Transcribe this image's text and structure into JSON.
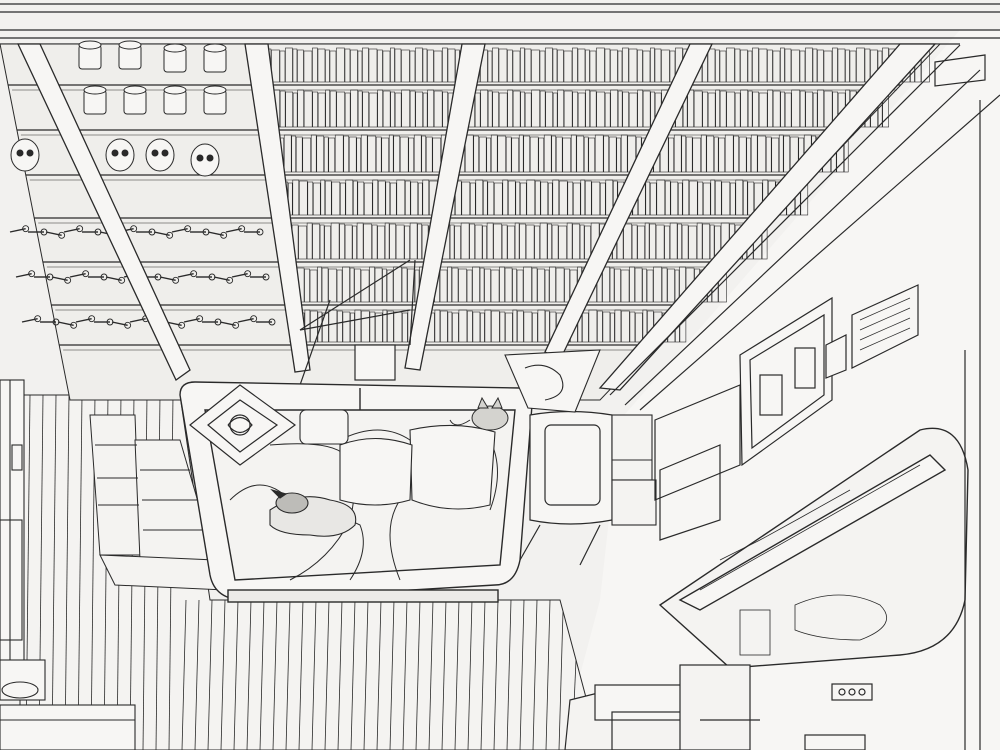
{
  "artwork": {
    "subject": "",
    "colors": {
      "paper": "#f2f1ef",
      "ink": "#2a2a2a",
      "shadow": "#bdbcb8",
      "wall": "#f7f6f4"
    },
    "elements": [
      "ceiling-beams",
      "bookshelf-wall",
      "skull-shelf",
      "tool-shelf",
      "sofa",
      "cushion",
      "pillow",
      "sleeping-dog",
      "cat",
      "floor-lamp",
      "side-table",
      "framed-pictures",
      "mirror",
      "wall-outlet",
      "cabinet",
      "plank-floor"
    ]
  }
}
